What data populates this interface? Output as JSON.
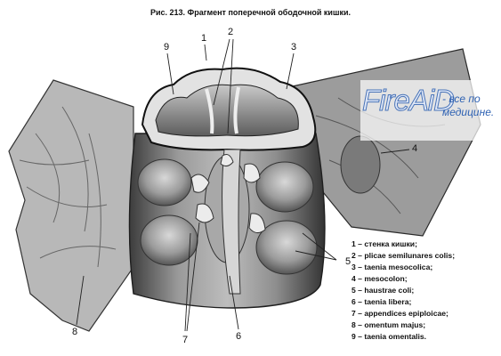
{
  "figure": {
    "caption": "Рис. 213. Фрагмент поперечной ободочной кишки.",
    "labels": [
      "9",
      "1",
      "2",
      "3",
      "4",
      "5",
      "6",
      "7",
      "8"
    ]
  },
  "legend": [
    "1 – стенка кишки;",
    "2 – plicae semilunares colis;",
    "3 – taenia mesocolica;",
    "4 – mesocolon;",
    "5 – haustrae coli;",
    "6 – taenia libera;",
    "7 – appendices epiploicae;",
    "8 – omentum majus;",
    "9 – taenia omentalis."
  ],
  "watermark": {
    "logo": "FireAiD",
    "tagline": "- все по медицине."
  }
}
